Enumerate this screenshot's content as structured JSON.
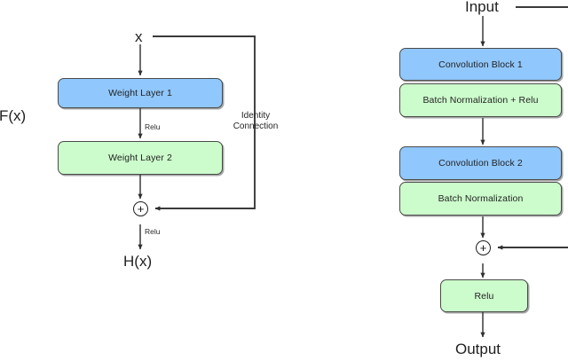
{
  "figure": {
    "type": "diagram",
    "subject": "residual-block",
    "background": "#ffffff",
    "colors": {
      "blue_block": "#90c7fc",
      "green_block": "#ccfccc",
      "stroke": "#4a4a4a",
      "arrow": "#3a3a3a",
      "text": "#232323"
    }
  },
  "left_panel": {
    "name": "generic-residual-block",
    "input_label": "x",
    "output_label": "H(x)",
    "branch_label": "F(x)",
    "skip_label_line1": "Identity",
    "skip_label_line2": "Connection",
    "activation_label_1": "Relu",
    "activation_label_2": "Relu",
    "sum_symbol": "+",
    "blocks": [
      {
        "label": "Weight Layer 1",
        "color": "blue"
      },
      {
        "label": "Weight Layer 2",
        "color": "green"
      }
    ]
  },
  "right_panel": {
    "name": "concrete-residual-block",
    "input_label": "Input",
    "output_label": "Output",
    "sum_symbol": "+",
    "blocks": [
      {
        "label": "Convolution Block 1",
        "color": "blue"
      },
      {
        "label": "Batch Normalization + Relu",
        "color": "green"
      },
      {
        "label": "Convolution Block 2",
        "color": "blue"
      },
      {
        "label": "Batch Normalization",
        "color": "green"
      },
      {
        "label": "Relu",
        "color": "green"
      }
    ]
  }
}
